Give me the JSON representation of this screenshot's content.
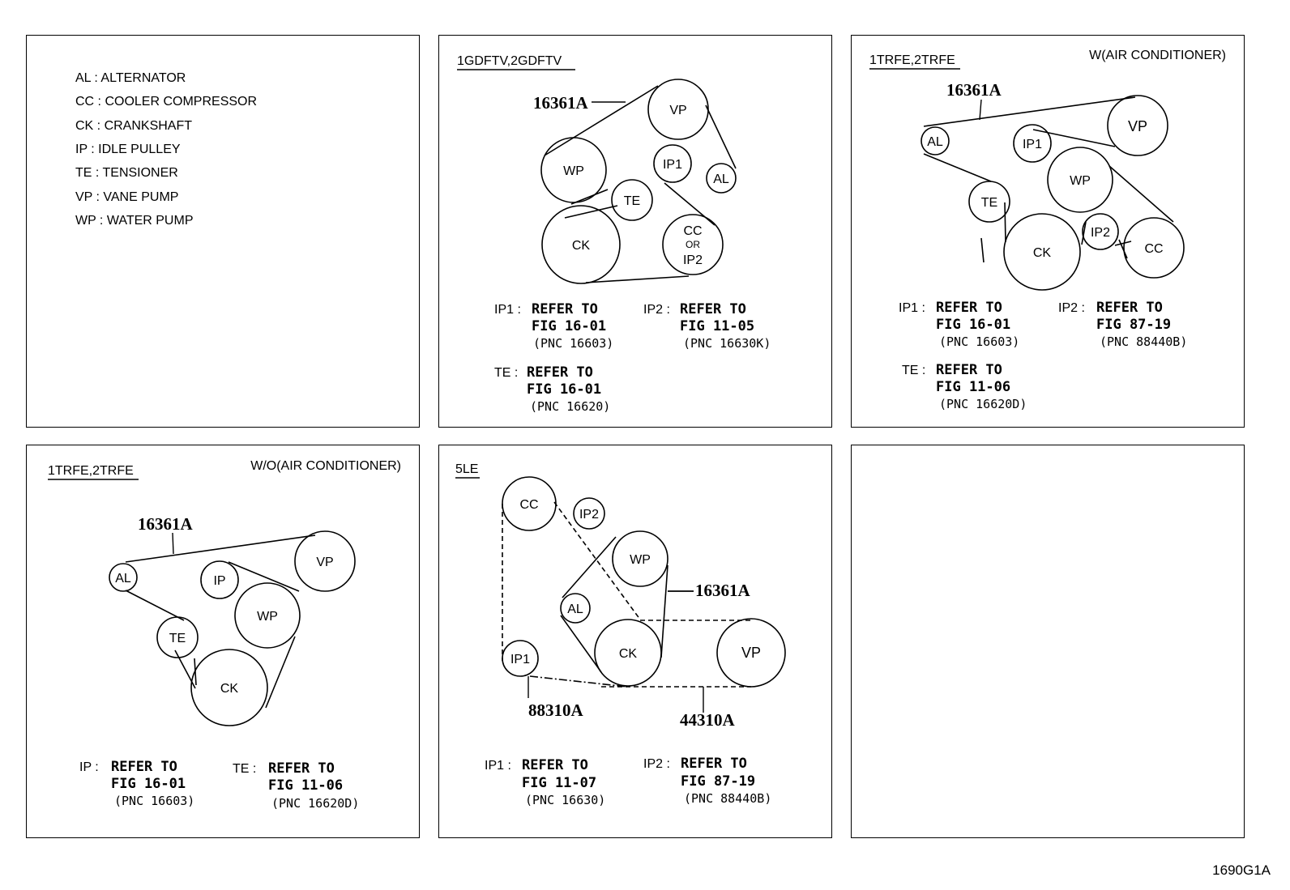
{
  "legend": [
    "AL : ALTERNATOR",
    "CC : COOLER COMPRESSOR",
    "CK : CRANKSHAFT",
    "IP : IDLE PULLEY",
    "TE : TENSIONER",
    "VP : VANE PUMP",
    "WP : WATER PUMP"
  ],
  "panel2": {
    "header": "1GDFTV,2GDFTV",
    "part": "16361A",
    "pulleys": {
      "vp": "VP",
      "wp": "WP",
      "ip1": "IP1",
      "al": "AL",
      "te": "TE",
      "ck": "CK",
      "cc": "CC",
      "or": "OR",
      "ip2": "IP2"
    },
    "notes": {
      "ip1_key": "IP1 :",
      "ip1_ref": "REFER TO",
      "ip1_fig": "FIG 16-01",
      "ip1_pnc": "(PNC 16603)",
      "ip2_key": "IP2 :",
      "ip2_ref": "REFER TO",
      "ip2_fig": "FIG 11-05",
      "ip2_pnc": "(PNC 16630K)",
      "te_key": "TE :",
      "te_ref": "REFER TO",
      "te_fig": "FIG 16-01",
      "te_pnc": "(PNC 16620)"
    }
  },
  "panel3": {
    "header": "1TRFE,2TRFE",
    "condition": "W(AIR CONDITIONER)",
    "part": "16361A",
    "pulleys": {
      "al": "AL",
      "ip1": "IP1",
      "vp": "VP",
      "wp": "WP",
      "te": "TE",
      "ck": "CK",
      "ip2": "IP2",
      "cc": "CC"
    },
    "notes": {
      "ip1_key": "IP1 :",
      "ip1_ref": "REFER TO",
      "ip1_fig": "FIG 16-01",
      "ip1_pnc": "(PNC 16603)",
      "ip2_key": "IP2 :",
      "ip2_ref": "REFER TO",
      "ip2_fig": "FIG 87-19",
      "ip2_pnc": "(PNC 88440B)",
      "te_key": "TE :",
      "te_ref": "REFER TO",
      "te_fig": "FIG 11-06",
      "te_pnc": "(PNC 16620D)"
    }
  },
  "panel4": {
    "header": "1TRFE,2TRFE",
    "condition": "W/O(AIR CONDITIONER)",
    "part": "16361A",
    "pulleys": {
      "al": "AL",
      "ip": "IP",
      "vp": "VP",
      "wp": "WP",
      "te": "TE",
      "ck": "CK"
    },
    "notes": {
      "ip_key": "IP :",
      "ip_ref": "REFER TO",
      "ip_fig": "FIG 16-01",
      "ip_pnc": "(PNC 16603)",
      "te_key": "TE :",
      "te_ref": "REFER TO",
      "te_fig": "FIG 11-06",
      "te_pnc": "(PNC 16620D)"
    }
  },
  "panel5": {
    "header": "5LE",
    "part_main": "16361A",
    "part_ip1": "88310A",
    "part_vp": "44310A",
    "pulleys": {
      "cc": "CC",
      "ip2": "IP2",
      "wp": "WP",
      "al": "AL",
      "ck": "CK",
      "vp": "VP",
      "ip1": "IP1"
    },
    "notes": {
      "ip1_key": "IP1 :",
      "ip1_ref": "REFER TO",
      "ip1_fig": "FIG 11-07",
      "ip1_pnc": "(PNC 16630)",
      "ip2_key": "IP2 :",
      "ip2_ref": "REFER TO",
      "ip2_fig": "FIG 87-19",
      "ip2_pnc": "(PNC 88440B)"
    }
  },
  "figure_code": "1690G1A"
}
